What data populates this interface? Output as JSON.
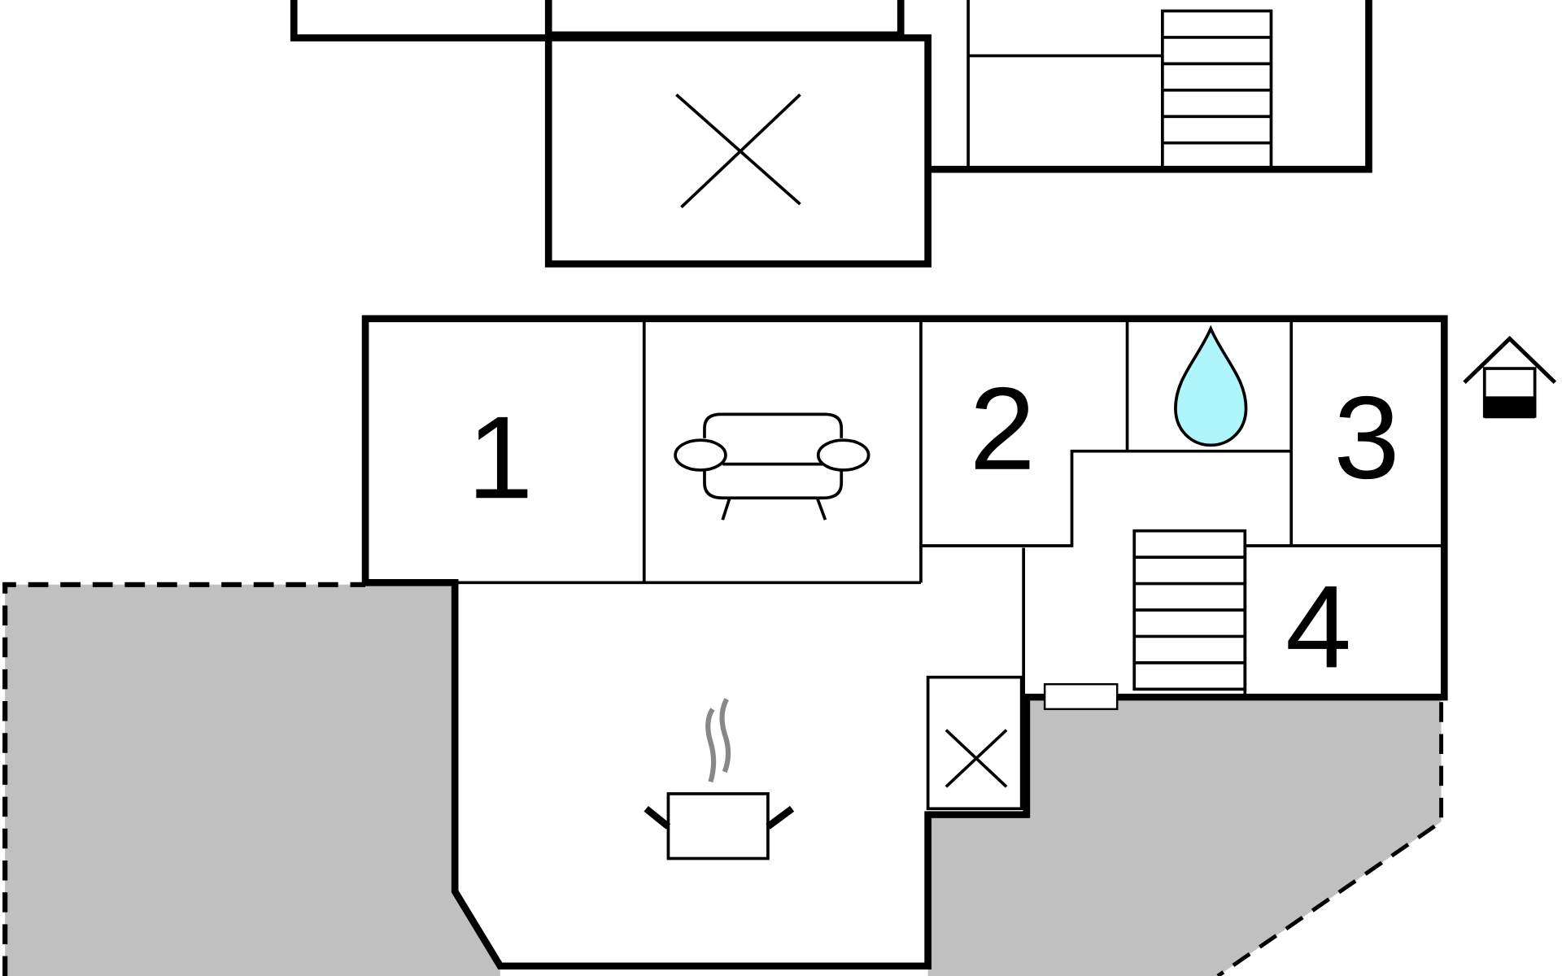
{
  "rooms": {
    "room_1": "1",
    "room_2": "2",
    "room_3": "3",
    "room_4": "4"
  },
  "icons": [
    "sofa-icon",
    "cooking-pot-icon",
    "water-drop-icon",
    "stairs-icon",
    "house-icon",
    "cross-icon"
  ],
  "colors": {
    "outdoor_area": "#c0c0c0",
    "water_drop": "#aef6fb",
    "walls": "#000000",
    "steam": "#888888"
  }
}
